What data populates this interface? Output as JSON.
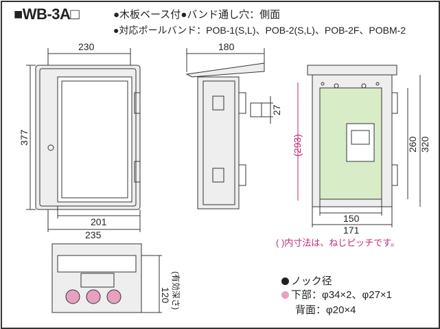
{
  "header": {
    "title": "■WB-3A□",
    "feature_line_1": "●木板ベース付●バンド通し穴：側面",
    "feature_line_2": "●対応ポールバンド：POB-1(S,L)、POB-2(S,L)、POB-2F、POBM-2"
  },
  "front_view": {
    "width_top": "230",
    "height": "377",
    "width_inner": "201",
    "width_bottom": "235"
  },
  "side_view": {
    "depth": "180",
    "band_hole": "27"
  },
  "back_view": {
    "screw_pitch_v": "(293)",
    "inner_h": "260",
    "outer_h": "320",
    "inner_w": "150",
    "outer_w": "171"
  },
  "bottom_view": {
    "depth": "120",
    "depth_note": "(有効深さ)"
  },
  "note": "( )内寸法は、ねじピッチです。",
  "knockout": {
    "title": "ノック径",
    "bottom": "下部：φ34×2、φ27×1",
    "back": "背面：φ20×4"
  },
  "colors": {
    "pink": "#e8a0c0",
    "green": "#d8ecc8",
    "magenta": "#c0267a"
  }
}
